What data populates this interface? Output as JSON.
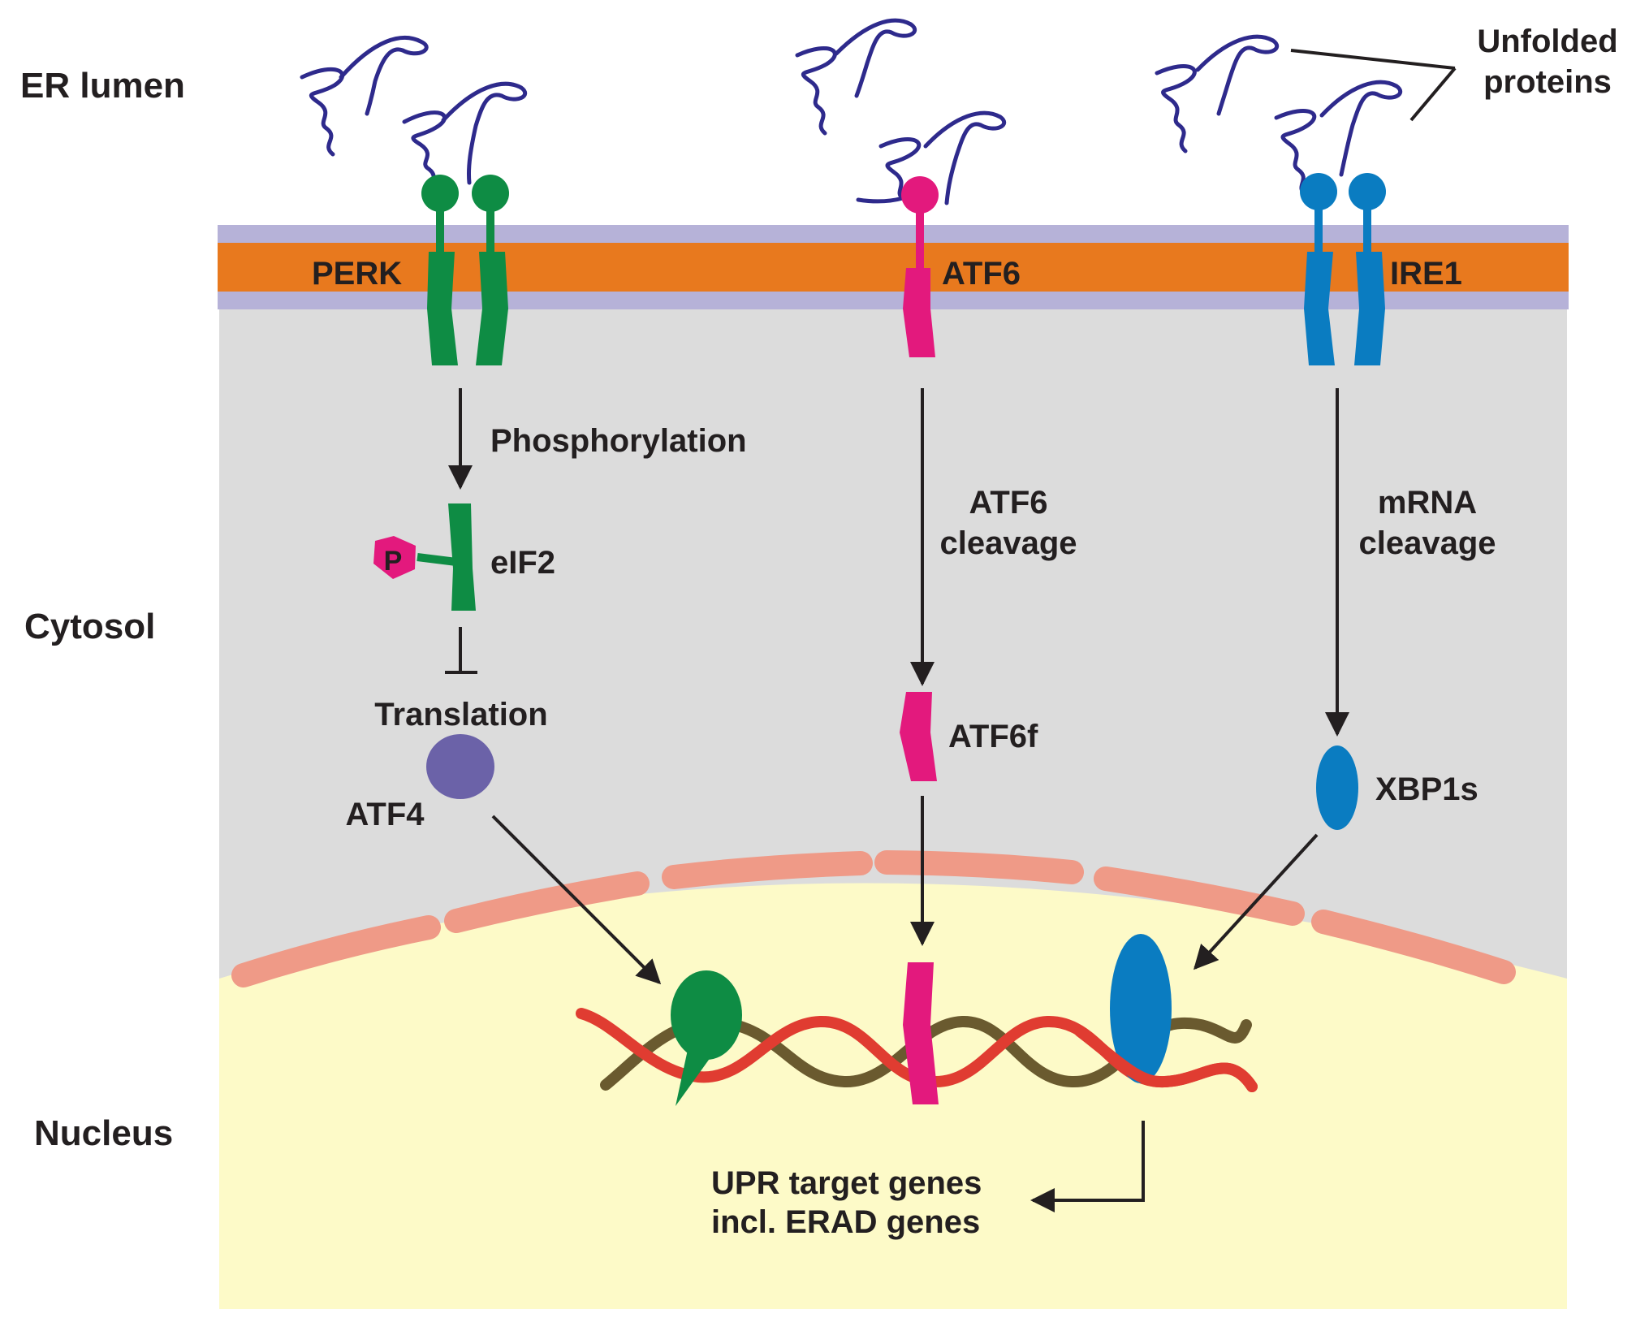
{
  "regions": {
    "er_lumen": "ER lumen",
    "cytosol": "Cytosol",
    "nucleus": "Nucleus"
  },
  "annotations": {
    "unfolded_line1": "Unfolded",
    "unfolded_line2": "proteins"
  },
  "sensors": {
    "perk": "PERK",
    "atf6": "ATF6",
    "ire1": "IRE1"
  },
  "perk_branch": {
    "step": "Phosphorylation",
    "phospho": "P",
    "protein": "eIF2",
    "process": "Translation",
    "product": "ATF4"
  },
  "atf6_branch": {
    "step_line1": "ATF6",
    "step_line2": "cleavage",
    "product": "ATF6f"
  },
  "ire1_branch": {
    "step_line1": "mRNA",
    "step_line2": "cleavage",
    "product": "XBP1s"
  },
  "output": {
    "line1": "UPR target genes",
    "line2": "incl. ERAD genes"
  },
  "colors": {
    "perk_green": "#0e8c44",
    "atf6_magenta": "#e3197d",
    "ire1_blue": "#0a7cc1",
    "protein_purple": "#2e2a8c",
    "membrane_orange": "#e8791e",
    "membrane_lavender": "#b6b2d8",
    "cytosol_gray": "#dcdcdc",
    "nucleus_yellow": "#fdfac8",
    "envelope_salmon": "#ef9a87",
    "dna_red": "#e03c31",
    "dna_olive": "#6a5a2f",
    "atf4_violet": "#6b62a8"
  }
}
